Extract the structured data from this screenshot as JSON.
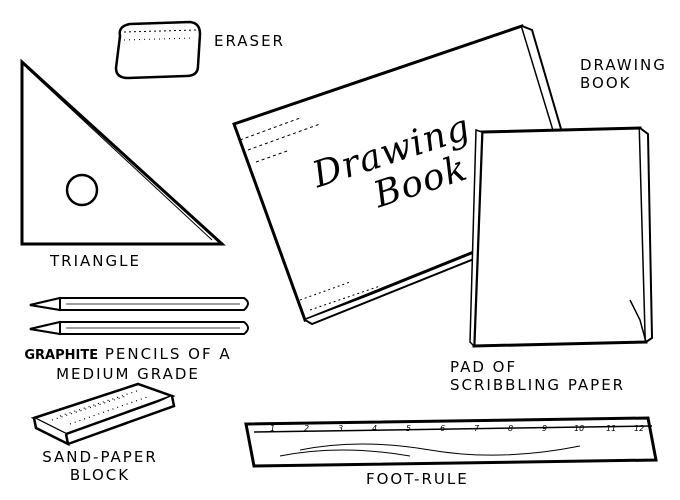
{
  "labels": {
    "eraser": "ERASER",
    "drawing_book": [
      "DRAWING",
      "BOOK"
    ],
    "book_cover_title": [
      "Drawing",
      "Book"
    ],
    "triangle": "TRIANGLE",
    "pencils": [
      "GRAPHITE",
      "PENCILS OF A",
      "MEDIUM GRADE"
    ],
    "pad": [
      "PAD OF",
      "SCRIBBLING PAPER"
    ],
    "sandpaper": [
      "SAND-PAPER",
      "BLOCK"
    ],
    "foot_rule": "FOOT-RULE",
    "ruler_marks": [
      "1",
      "2",
      "3",
      "4",
      "5",
      "6",
      "7",
      "8",
      "9",
      "10",
      "11",
      "12"
    ]
  },
  "colors": {
    "ink": "#000000",
    "paper": "#ffffff"
  }
}
